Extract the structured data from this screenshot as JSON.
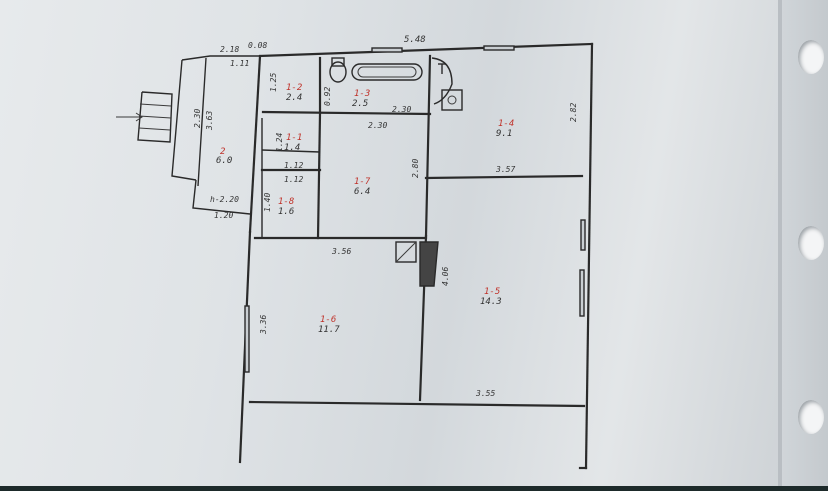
{
  "rooms": [
    {
      "id": "1-2",
      "area": "2.4"
    },
    {
      "id": "1-3",
      "area": "2.5"
    },
    {
      "id": "1-4",
      "area": "9.1"
    },
    {
      "id": "1-1",
      "area": "1.4"
    },
    {
      "id": "2",
      "area": "6.0"
    },
    {
      "id": "1-7",
      "area": "6.4"
    },
    {
      "id": "1-8",
      "area": "1.6"
    },
    {
      "id": "1-5",
      "area": "14.3"
    },
    {
      "id": "1-6",
      "area": "11.7"
    }
  ],
  "dimensions": {
    "top_total": "5.48",
    "top_left_a": "2.18",
    "top_left_b": "0.08",
    "porch_inner": "1.11",
    "bath_h": "1.25",
    "bath_gap": "0.92",
    "w_230_a": "2.30",
    "w_230_b": "2.30",
    "right_h": "2.82",
    "left_porch_a": "2.30",
    "left_porch_b": "3.63",
    "room11_h": "1.24",
    "w_112_a": "1.12",
    "w_112_b": "1.12",
    "h_note": "h-2.20",
    "w_120": "1.20",
    "h_140": "1.40",
    "w_357": "3.57",
    "h_280": "2.80",
    "w_356": "3.56",
    "h_406": "4.06",
    "h_336": "3.36",
    "w_355": "3.55"
  }
}
